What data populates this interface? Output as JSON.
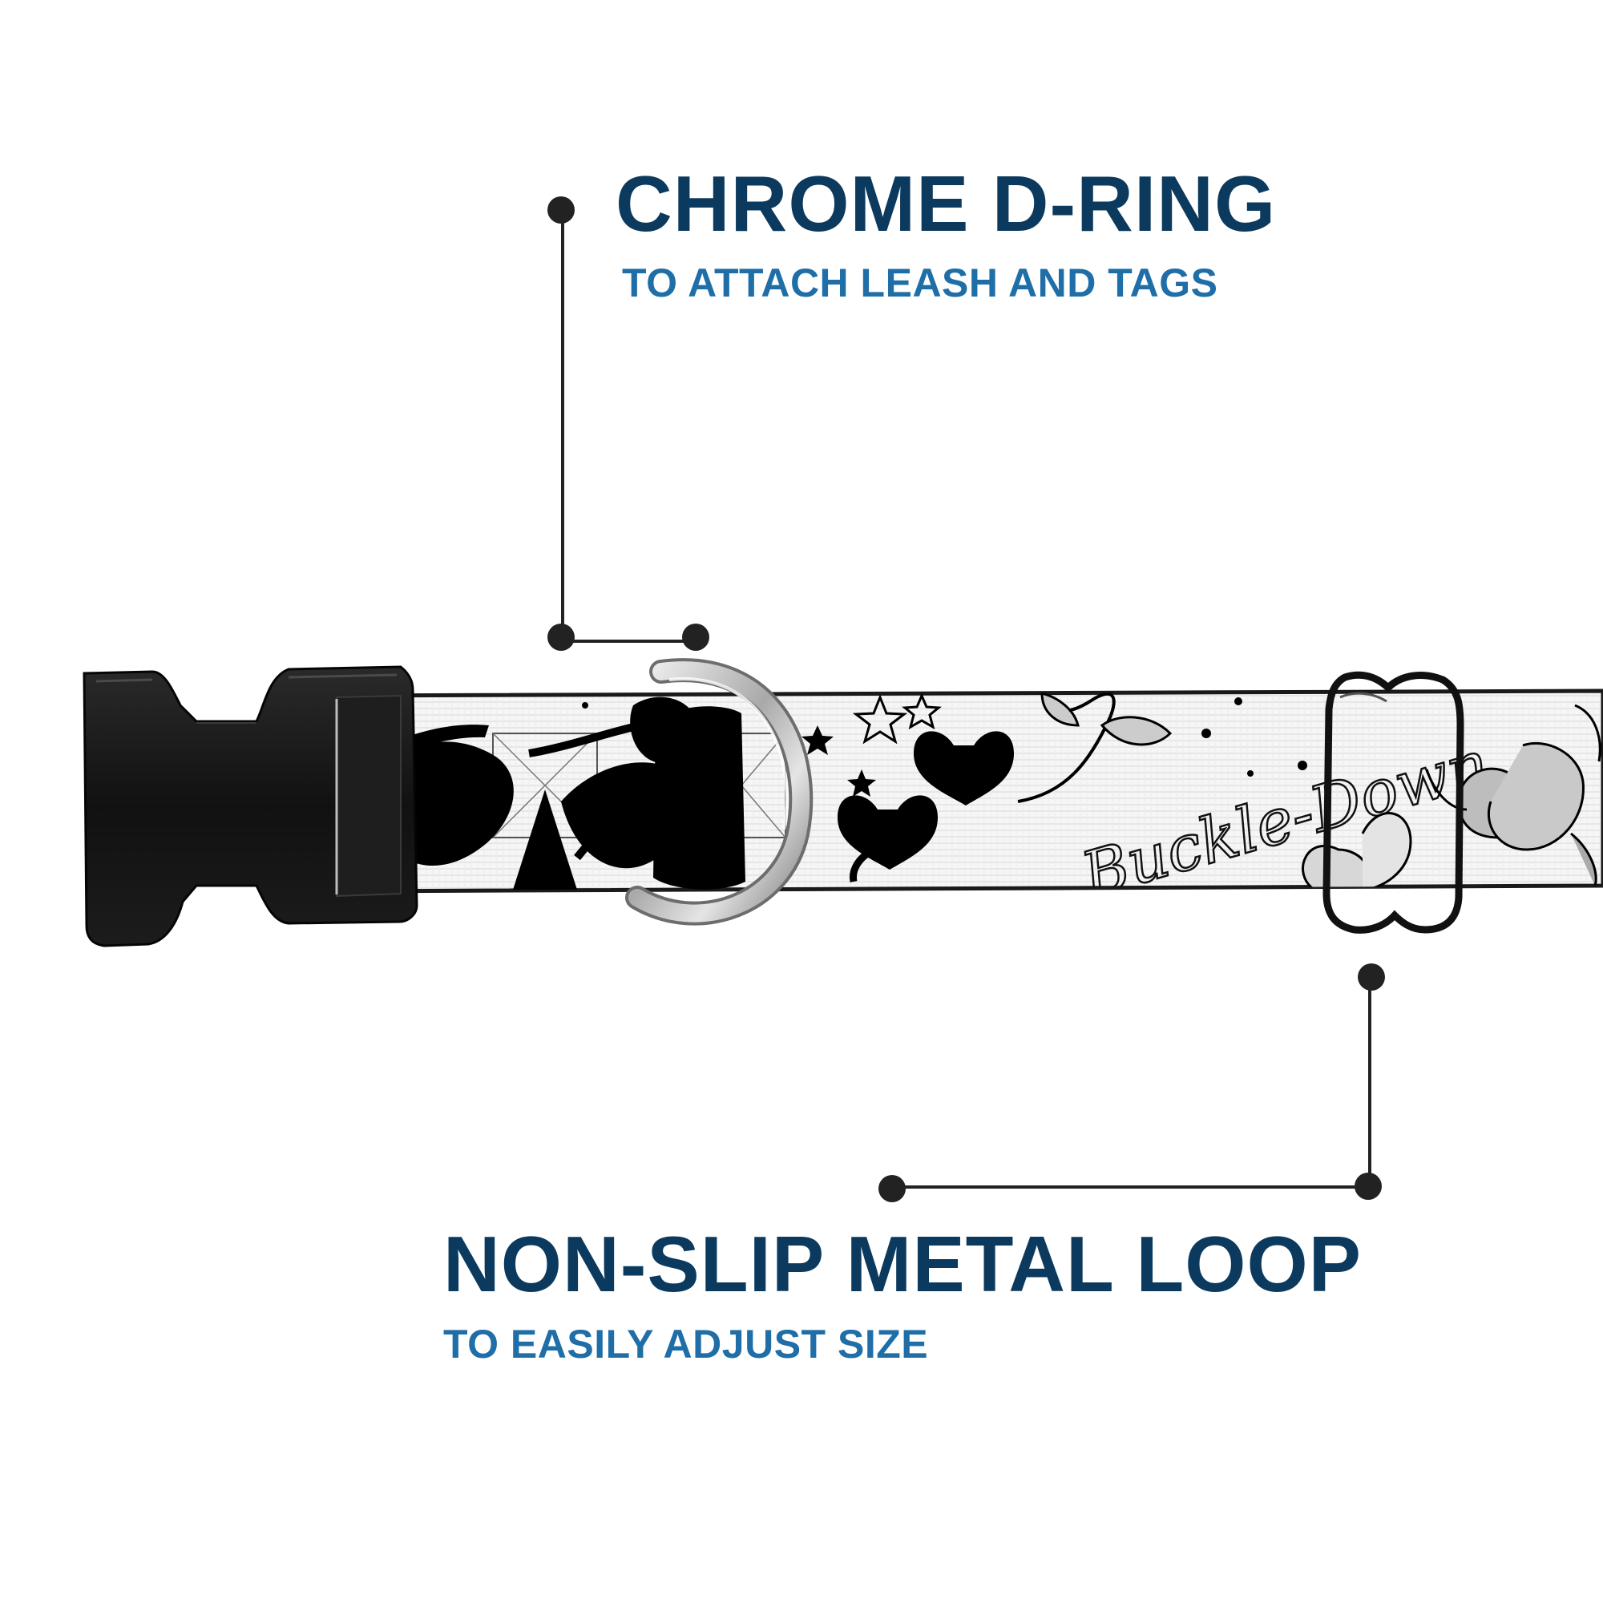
{
  "features": {
    "d_ring": {
      "title": "CHROME D-RING",
      "subtitle": "TO ATTACH LEASH AND TAGS"
    },
    "loop": {
      "title": "NON-SLIP METAL LOOP",
      "subtitle": "TO EASILY ADJUST SIZE"
    }
  },
  "collar": {
    "strap_print_text": "Buckle-Down",
    "buckle_icon": "side-release-buckle-icon",
    "ring_icon": "d-ring-icon",
    "slider_icon": "tri-glide-loop-icon"
  },
  "colors": {
    "title": "#0b3a5e",
    "subtitle": "#1f6ea8",
    "callout_line": "#222222",
    "buckle": "#151515",
    "strap": "#f4f4f4",
    "ring": "#b8b8b8"
  }
}
